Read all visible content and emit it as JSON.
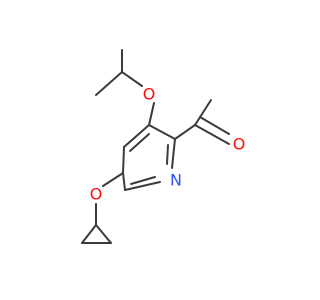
{
  "molecule": {
    "atoms": {
      "o_isopropoxy": {
        "symbol": "O",
        "color": "#ff0d0d"
      },
      "o_aldehyde": {
        "symbol": "O",
        "color": "#ff0d0d"
      },
      "n_ring": {
        "symbol": "N",
        "color": "#3050f8"
      },
      "o_cyclopropoxy": {
        "symbol": "O",
        "color": "#ff0d0d"
      }
    },
    "bond_color": "#3b3b3b"
  }
}
